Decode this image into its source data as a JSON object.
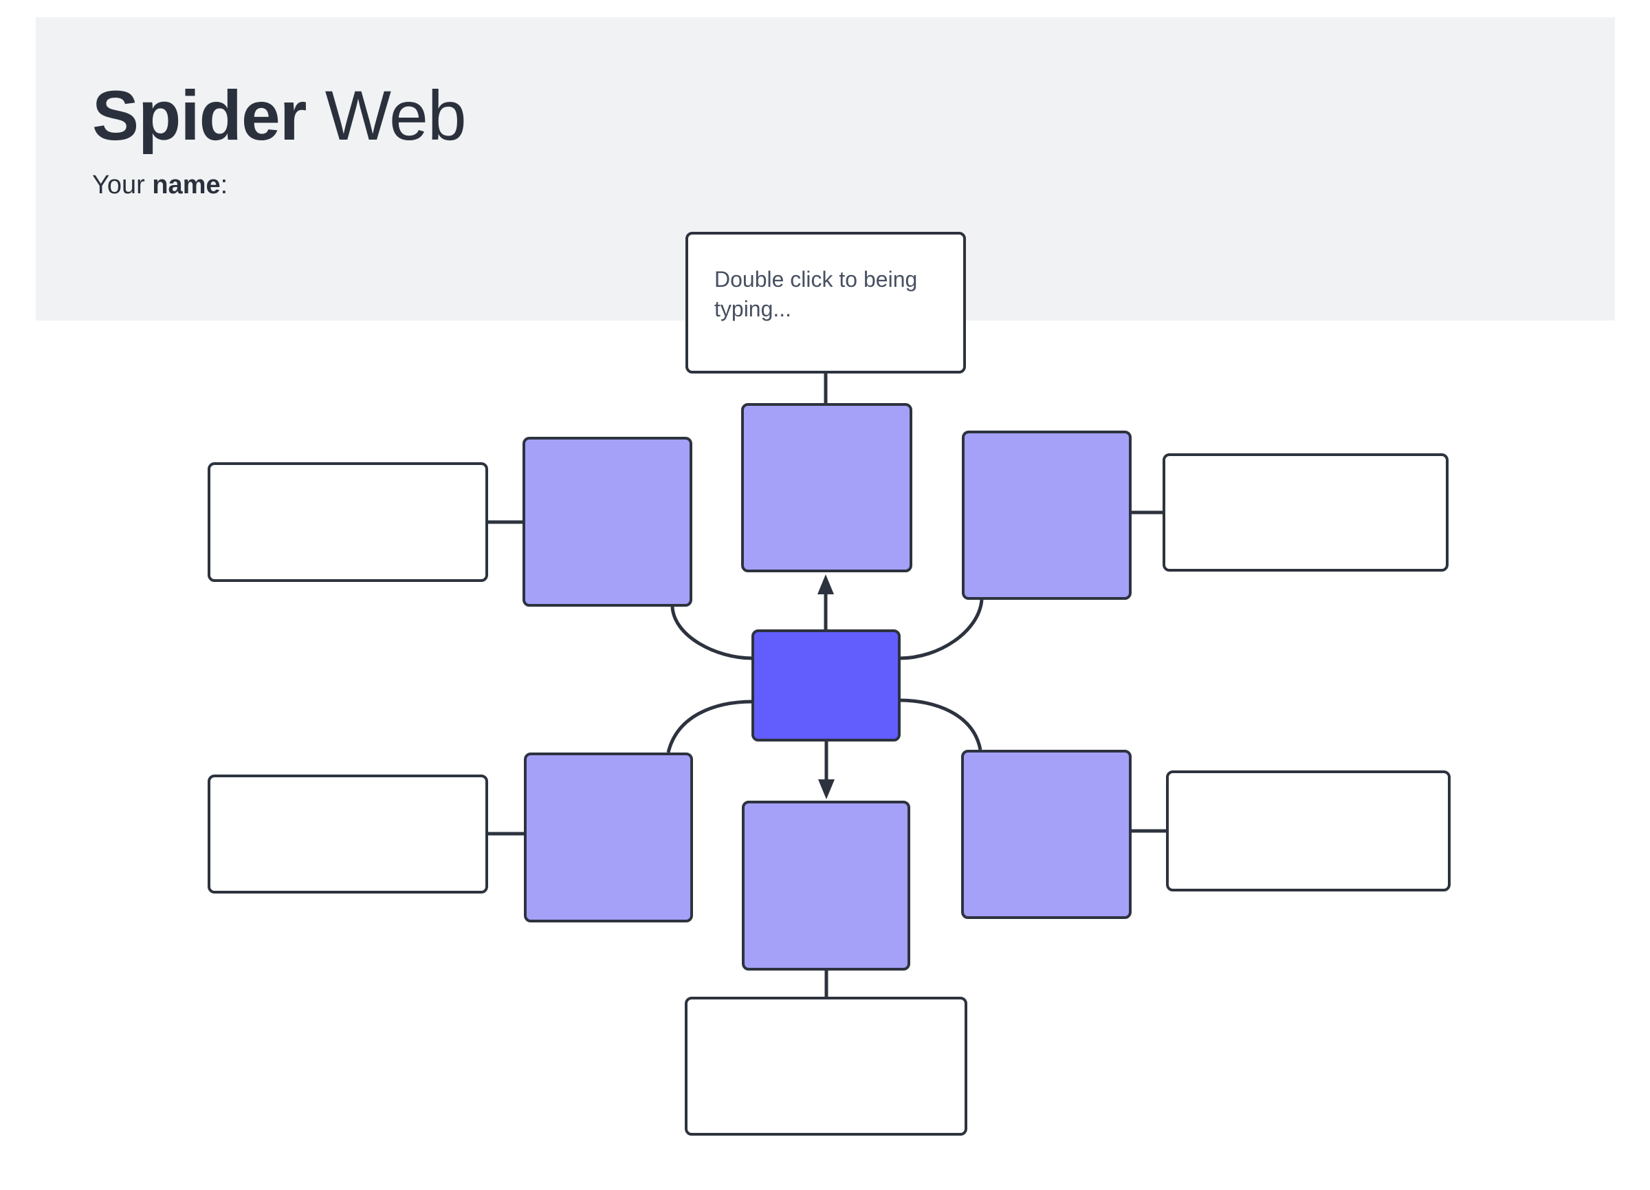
{
  "header": {
    "title_bold": "Spider",
    "title_regular": " Web",
    "subtitle_prefix": "Your ",
    "subtitle_bold": "name",
    "subtitle_suffix": ":"
  },
  "palette": {
    "page_background": "#ffffff",
    "header_background": "#f0f2f4",
    "node_border": "#2d333e",
    "branch_fill": "#a5a1f8",
    "center_fill": "#625dfd",
    "connector_stroke": "#2d333e",
    "title_text": "#2b313c",
    "note_text": "#475060"
  },
  "nodes": [
    {
      "id": "top-note",
      "label": "Double click to being\ntyping...",
      "fill": "white"
    },
    {
      "id": "branch-top",
      "label": "",
      "fill": "light-purple"
    },
    {
      "id": "branch-upper-left",
      "label": "",
      "fill": "light-purple"
    },
    {
      "id": "branch-upper-right",
      "label": "",
      "fill": "light-purple"
    },
    {
      "id": "center",
      "label": "",
      "fill": "accent-purple"
    },
    {
      "id": "branch-lower-left",
      "label": "",
      "fill": "light-purple"
    },
    {
      "id": "branch-lower-right",
      "label": "",
      "fill": "light-purple"
    },
    {
      "id": "branch-bottom",
      "label": "",
      "fill": "light-purple"
    },
    {
      "id": "leaf-upper-left",
      "label": "",
      "fill": "white"
    },
    {
      "id": "leaf-upper-right",
      "label": "",
      "fill": "white"
    },
    {
      "id": "leaf-lower-left",
      "label": "",
      "fill": "white"
    },
    {
      "id": "leaf-lower-right",
      "label": "",
      "fill": "white"
    },
    {
      "id": "leaf-bottom",
      "label": "",
      "fill": "white"
    }
  ]
}
